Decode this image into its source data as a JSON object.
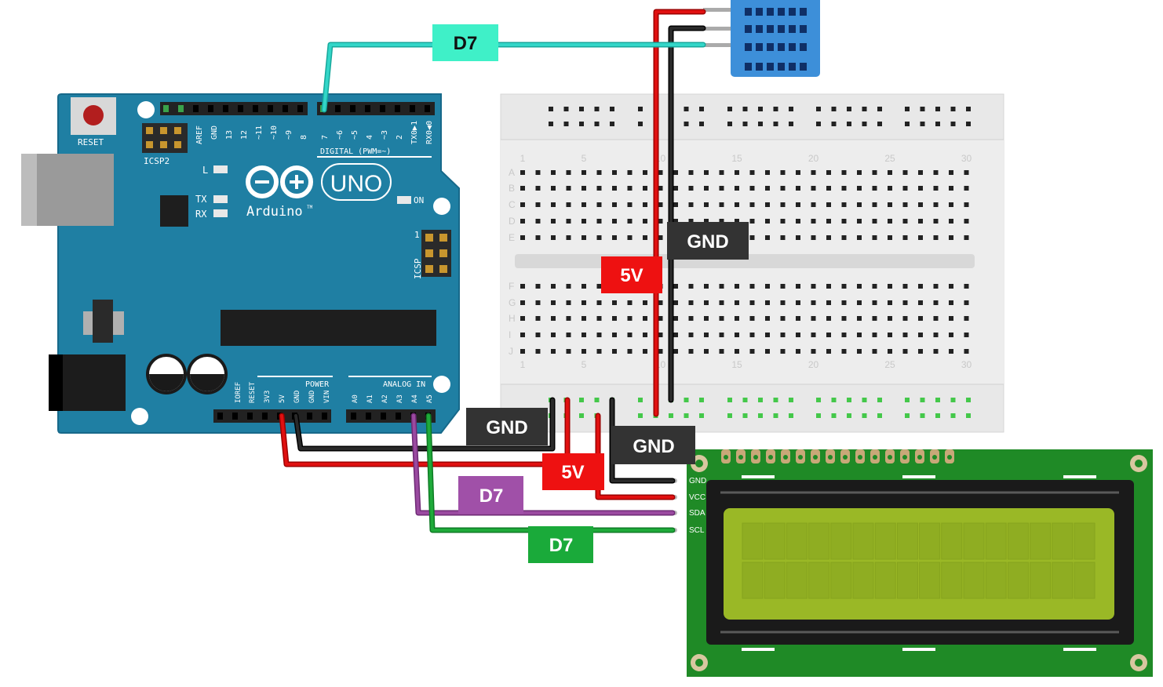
{
  "arduino": {
    "reset_label": "RESET",
    "icsp2_label": "ICSP2",
    "icsp_label": "ICSP",
    "led_l": "L",
    "led_tx": "TX",
    "led_rx": "RX",
    "led_on": "ON",
    "digital_label": "DIGITAL (PWM=~)",
    "uno_label": "UNO",
    "brand_label": "Arduino",
    "brand_tm": "TM",
    "power_label": "POWER",
    "analog_label": "ANALOG IN",
    "icsp_pin1": "1",
    "digital_pins": [
      "AREF",
      "GND",
      "13",
      "12",
      "~11",
      "~10",
      "~9",
      "8",
      "7",
      "~6",
      "~5",
      "4",
      "~3",
      "2",
      "TX0▶1",
      "RX0◀0"
    ],
    "power_pins": [
      "IOREF",
      "RESET",
      "3V3",
      "5V",
      "GND",
      "GND",
      "VIN"
    ],
    "analog_pins": [
      "A0",
      "A1",
      "A2",
      "A3",
      "A4",
      "A5"
    ]
  },
  "breadboard": {
    "row_letters": [
      "A",
      "B",
      "C",
      "D",
      "E",
      "F",
      "G",
      "H",
      "I",
      "J"
    ],
    "column_numbers": [
      "1",
      "5",
      "10",
      "15",
      "20",
      "25",
      "30"
    ]
  },
  "lcd": {
    "pins": [
      "GND",
      "VCC",
      "SDA",
      "SCL"
    ]
  },
  "wire_labels": {
    "sensor_data": "D7",
    "breadboard_gnd": "GND",
    "breadboard_5v": "5V",
    "lower_gnd_left": "GND",
    "lower_gnd_right": "GND",
    "lower_5v": "5V",
    "sda": "D7",
    "scl": "D7"
  },
  "colors": {
    "board": "#1f7fa3",
    "wire_data": "#33d6c8",
    "wire_power": "#e01010",
    "wire_ground": "#1a1a1a",
    "wire_sda": "#9a4aa0",
    "wire_scl": "#1faa3a",
    "tag_data": "#3ff0c8",
    "tag_power": "#ee1111",
    "tag_ground": "#333333",
    "tag_sda": "#a050a8",
    "tag_scl": "#1aaa3a",
    "sensor": "#3d8fd9",
    "lcd_pcb": "#1f8a26",
    "lcd_screen": "#9ab826"
  }
}
